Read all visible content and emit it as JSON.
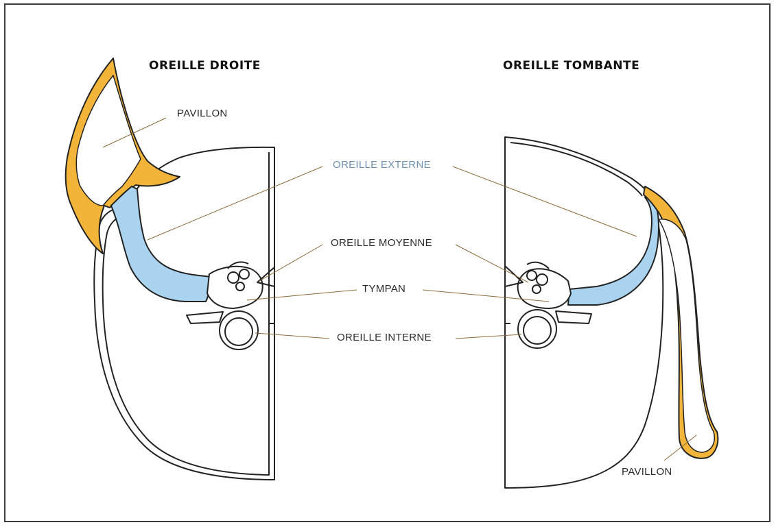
{
  "titles": {
    "left": "OREILLE DROITE",
    "right": "OREILLE TOMBANTE"
  },
  "labels": {
    "pavillon_left": "PAVILLON",
    "oreille_externe": "OREILLE EXTERNE",
    "oreille_moyenne": "OREILLE MOYENNE",
    "tympan": "TYMPAN",
    "oreille_interne": "OREILLE INTERNE",
    "pavillon_right": "PAVILLON"
  },
  "colors": {
    "pinna": "#f2b53a",
    "canal": "#a9d3ef",
    "outline": "#222222",
    "leader": "#8a6a3a"
  }
}
